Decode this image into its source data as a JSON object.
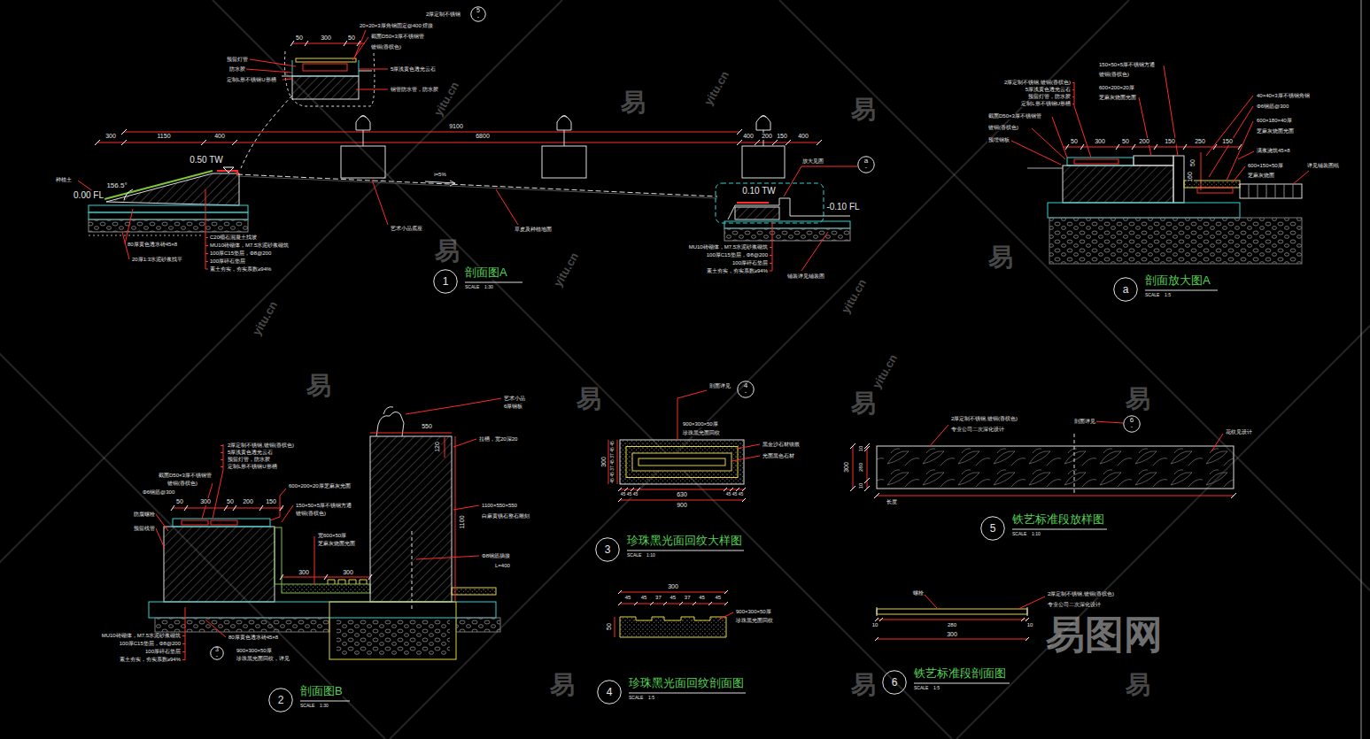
{
  "diagram": {
    "nodes": [
      {
        "text": [
          "5",
          "-"
        ]
      },
      {
        "text": [
          "1",
          "剖面图A",
          "SCALE",
          "1:30"
        ]
      },
      {
        "text": [
          "a",
          "-"
        ]
      },
      {
        "text": [
          "a",
          "剖面放大图A",
          "SCALE",
          "1:5"
        ]
      },
      {
        "text": [
          "4",
          "-"
        ]
      },
      {
        "text": [
          "2",
          "剖面图B",
          "SCALE",
          "1:30"
        ]
      },
      {
        "text": [
          "3",
          "-"
        ]
      },
      {
        "text": [
          "3",
          "珍珠黑光面回纹大样图",
          "SCALE",
          "1:10"
        ]
      },
      {
        "text": [
          "6",
          "-"
        ]
      },
      {
        "text": [
          "5",
          "铁艺标准段放样图",
          "SCALE",
          "1:10"
        ]
      },
      {
        "text": [
          "4",
          "珍珠黑光面回纹剖面图",
          "SCALE",
          "1:5"
        ]
      },
      {
        "text": [
          "6",
          "铁艺标准段剖面图",
          "SCALE",
          "1:5"
        ]
      }
    ],
    "labels": [
      "2厚定制不锈钢",
      "20×20×3厚角钢固定@400 焊接",
      "截面D50×3厚不锈钢管",
      "镀铜(香槟色)",
      "50",
      "300",
      "50",
      "预留灯管",
      "防水胶",
      "定制L形不锈钢U形槽",
      "5厚浅黄色透光云石",
      "钢管防水管，防水胶",
      "300",
      "1150",
      "400",
      "9100",
      "6800",
      "400",
      "200",
      "150",
      "400",
      "0.50 TW",
      "0.00 FL",
      "156.5°",
      "种植土",
      "i=5%",
      "艺术小品底座",
      "草皮及种植地面",
      "C20细石混凝土找坡",
      "MU10砖砌体，M7.5水泥砂浆砌筑",
      "100厚C15垫层，Φ8@200",
      "100厚碎石垫层",
      "素土夯实，夯实系数≥94%",
      "80厚黄色透水砖45×8",
      "20厚1:3水泥砂浆找平",
      "0.10 TW",
      "-0.10 FL",
      "放大见图",
      "MU10砖砌体，M7.5水泥砂浆砌筑",
      "100厚C15垫层，Φ8@200",
      "100厚碎石垫层",
      "素土夯实，夯实系数≥94%",
      "铺装详见铺装图",
      "150×50×5厚不锈钢方通",
      "镀铜(香槟色)",
      "2厚定制不锈钢,镀铜(香槟色)",
      "5厚浅黄色透光云石",
      "预留灯管，防水胶",
      "定制L形不锈钢U形槽",
      "600×200×20厚",
      "芝麻灰烧面光面",
      "40×40×3厚不锈钢角钢",
      "Φ6钢筋@300",
      "600×180×40厚",
      "芝麻灰烧面光面",
      "截面D50×3厚不锈钢管",
      "镀铜(香槟色)",
      "预埋钢板",
      "50",
      "300",
      "50",
      "200",
      "150",
      "250",
      "150",
      "50",
      "160",
      "满浆浇筑45×8",
      "600×150×50厚",
      "芝麻灰烧面",
      "详见铺装图纸",
      "艺术小品",
      "6厚钢板",
      "550",
      "2厚定制不锈钢,镀铜(香槟色)",
      "5厚浅黄色透光云石",
      "预留灯管，防水胶",
      "定制L形不锈钢U形槽",
      "截面D50×3厚不锈钢管",
      "镀铜(香槟色)",
      "Φ6钢筋@300",
      "防腐螺栓",
      "预留线管",
      "拉槽，宽20深20",
      "120",
      "50",
      "300",
      "50",
      "200",
      "150",
      "600×200×20厚芝麻灰光面",
      "150×50×5厚不锈钢方通",
      "镀铜(香槟色)",
      "1100×550×550",
      "白麻黄锈石整石雕刻",
      "宽600×50厚",
      "芝麻灰烧面光面",
      "1100",
      "Φ8钢筋插接",
      "L=400",
      "300",
      "300",
      "MU10砖砌体，M7.5水泥砂浆砌筑",
      "100厚C15垫层，Φ8@200",
      "100厚碎石垫层",
      "素土夯实，夯实系数≥94%",
      "80厚黄色透水砖45×8",
      "900×300×50厚",
      "珍珠黑光面回纹，详见",
      "剖面详见",
      "900×300×50厚",
      "珍珠黑光面回纹",
      "黑金沙石材镶嵌",
      "光面黑色石材",
      "300",
      "45",
      "45",
      "37",
      "45",
      "37",
      "45",
      "45",
      "45",
      "45",
      "45",
      "630",
      "45",
      "45",
      "45",
      "900",
      "300",
      "45",
      "45",
      "37",
      "45",
      "37",
      "45",
      "45",
      "50",
      "900×300×50厚",
      "珍珠黑光面回纹",
      "2厚定制不锈钢,镀铜(香槟色)",
      "专业公司二次深化设计",
      "剖面详见",
      "花纹见设计",
      "300",
      "10",
      "280",
      "10",
      "长度",
      "螺栓",
      "2厚定制不锈钢,镀铜(香槟色)",
      "专业公司二次深化设计",
      "10",
      "280",
      "10",
      "300",
      "易",
      "易",
      "易",
      "易",
      "易",
      "易",
      "易",
      "易",
      "易",
      "易",
      "易",
      "yitu.cn",
      "yitu.cn",
      "yitu.cn",
      "yitu.cn",
      "yitu.cn",
      "yitu.cn",
      "易图网"
    ]
  }
}
